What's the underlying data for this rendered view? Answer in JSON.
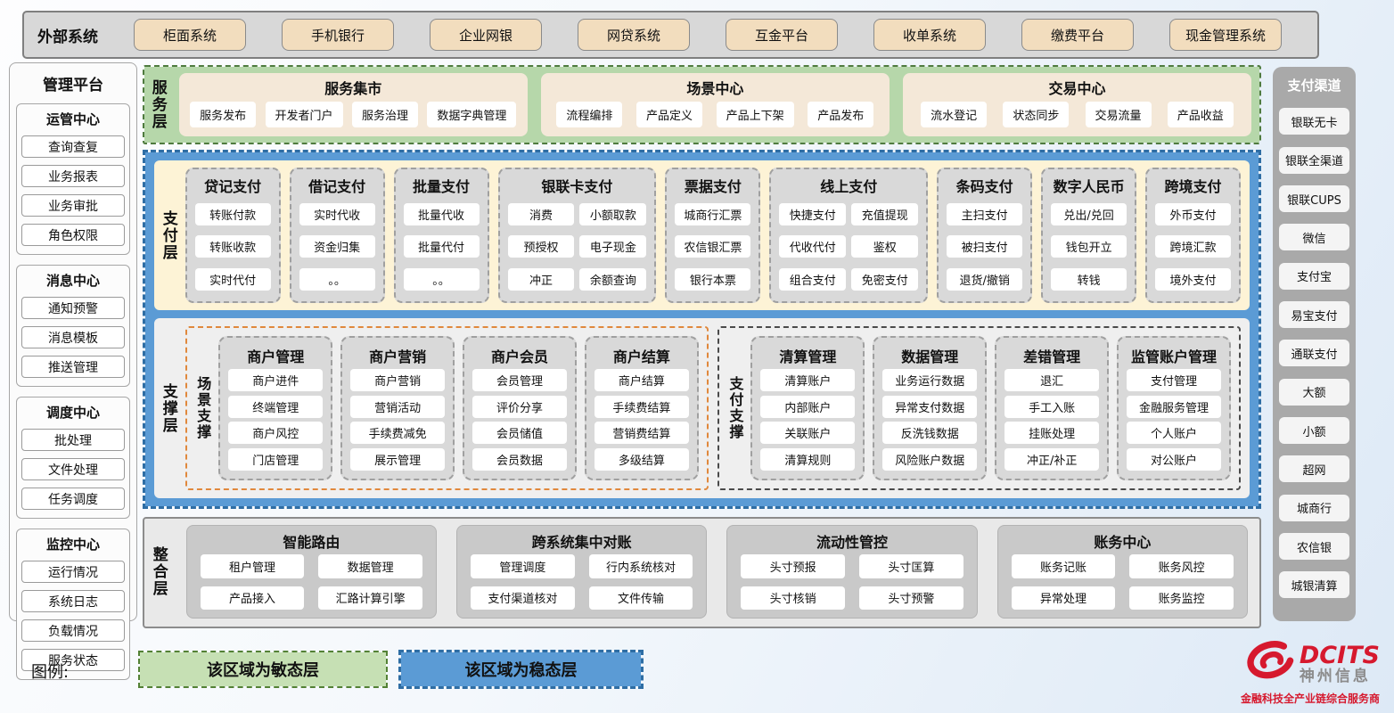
{
  "external_systems": {
    "label": "外部系统",
    "items": [
      "柜面系统",
      "手机银行",
      "企业网银",
      "网贷系统",
      "互金平台",
      "收单系统",
      "缴费平台",
      "现金管理系统"
    ]
  },
  "management_platform": {
    "title": "管理平台",
    "groups": [
      {
        "title": "运管中心",
        "items": [
          "查询查复",
          "业务报表",
          "业务审批",
          "角色权限"
        ]
      },
      {
        "title": "消息中心",
        "items": [
          "通知预警",
          "消息模板",
          "推送管理"
        ]
      },
      {
        "title": "调度中心",
        "items": [
          "批处理",
          "文件处理",
          "任务调度"
        ]
      },
      {
        "title": "监控中心",
        "items": [
          "运行情况",
          "系统日志",
          "负载情况",
          "服务状态"
        ]
      }
    ]
  },
  "service_layer": {
    "label": "服务层",
    "groups": [
      {
        "title": "服务集市",
        "items": [
          "服务发布",
          "开发者门户",
          "服务治理",
          "数据字典管理"
        ]
      },
      {
        "title": "场景中心",
        "items": [
          "流程编排",
          "产品定义",
          "产品上下架",
          "产品发布"
        ]
      },
      {
        "title": "交易中心",
        "items": [
          "流水登记",
          "状态同步",
          "交易流量",
          "产品收益"
        ]
      }
    ]
  },
  "payment_layer": {
    "label": "支付层",
    "columns": [
      {
        "title": "贷记支付",
        "cols": 1,
        "items": [
          "转账付款",
          "转账收款",
          "实时代付"
        ]
      },
      {
        "title": "借记支付",
        "cols": 1,
        "items": [
          "实时代收",
          "资金归集",
          "。。"
        ]
      },
      {
        "title": "批量支付",
        "cols": 1,
        "items": [
          "批量代收",
          "批量代付",
          "。。"
        ]
      },
      {
        "title": "银联卡支付",
        "cols": 2,
        "items": [
          "消费",
          "小额取款",
          "预授权",
          "电子现金",
          "冲正",
          "余额查询"
        ]
      },
      {
        "title": "票据支付",
        "cols": 1,
        "items": [
          "城商行汇票",
          "农信银汇票",
          "银行本票"
        ]
      },
      {
        "title": "线上支付",
        "cols": 2,
        "items": [
          "快捷支付",
          "充值提现",
          "代收代付",
          "鉴权",
          "组合支付",
          "免密支付"
        ]
      },
      {
        "title": "条码支付",
        "cols": 1,
        "items": [
          "主扫支付",
          "被扫支付",
          "退货/撤销"
        ]
      },
      {
        "title": "数字人民币",
        "cols": 1,
        "items": [
          "兑出/兑回",
          "钱包开立",
          "转钱"
        ]
      },
      {
        "title": "跨境支付",
        "cols": 1,
        "items": [
          "外币支付",
          "跨境汇款",
          "境外支付"
        ]
      }
    ]
  },
  "support_layer": {
    "label": "支撑层",
    "groups": [
      {
        "label": "场景支撑",
        "style": "orange",
        "columns": [
          {
            "title": "商户管理",
            "items": [
              "商户进件",
              "终端管理",
              "商户风控",
              "门店管理"
            ]
          },
          {
            "title": "商户营销",
            "items": [
              "商户营销",
              "营销活动",
              "手续费减免",
              "展示管理"
            ]
          },
          {
            "title": "商户会员",
            "items": [
              "会员管理",
              "评价分享",
              "会员储值",
              "会员数据"
            ]
          },
          {
            "title": "商户结算",
            "items": [
              "商户结算",
              "手续费结算",
              "营销费结算",
              "多级结算"
            ]
          }
        ]
      },
      {
        "label": "支付支撑",
        "style": "dark",
        "columns": [
          {
            "title": "清算管理",
            "items": [
              "清算账户",
              "内部账户",
              "关联账户",
              "清算规则"
            ]
          },
          {
            "title": "数据管理",
            "items": [
              "业务运行数据",
              "异常支付数据",
              "反洗钱数据",
              "风险账户数据"
            ]
          },
          {
            "title": "差错管理",
            "items": [
              "退汇",
              "手工入账",
              "挂账处理",
              "冲正/补正"
            ]
          },
          {
            "title": "监管账户管理",
            "items": [
              "支付管理",
              "金融服务管理",
              "个人账户",
              "对公账户"
            ]
          }
        ]
      }
    ]
  },
  "integration_layer": {
    "label": "整合层",
    "groups": [
      {
        "title": "智能路由",
        "items": [
          "租户管理",
          "数据管理",
          "产品接入",
          "汇路计算引擎"
        ]
      },
      {
        "title": "跨系统集中对账",
        "items": [
          "管理调度",
          "行内系统核对",
          "支付渠道核对",
          "文件传输"
        ]
      },
      {
        "title": "流动性管控",
        "items": [
          "头寸预报",
          "头寸匡算",
          "头寸核销",
          "头寸预警"
        ]
      },
      {
        "title": "账务中心",
        "items": [
          "账务记账",
          "账务风控",
          "异常处理",
          "账务监控"
        ]
      }
    ]
  },
  "payment_channels": {
    "title": "支付渠道",
    "items": [
      "银联无卡",
      "银联全渠道",
      "银联CUPS",
      "微信",
      "支付宝",
      "易宝支付",
      "通联支付",
      "大额",
      "小额",
      "超网",
      "城商行",
      "农信银",
      "城银清算"
    ]
  },
  "legend": {
    "label": "图例:",
    "agile_label": "该区域为敏态层",
    "stable_label": "该区域为稳态层"
  },
  "logo": {
    "brand": "DCITS",
    "company": "神州信息",
    "slogan": "金融科技全产业链综合服务商"
  },
  "colors": {
    "agile_green": "#c6e0b4",
    "stable_blue": "#5b9bd5",
    "panel_tan": "#f2ddbe",
    "payment_cream": "#fdf3d6",
    "brand_red": "#d6192e"
  }
}
